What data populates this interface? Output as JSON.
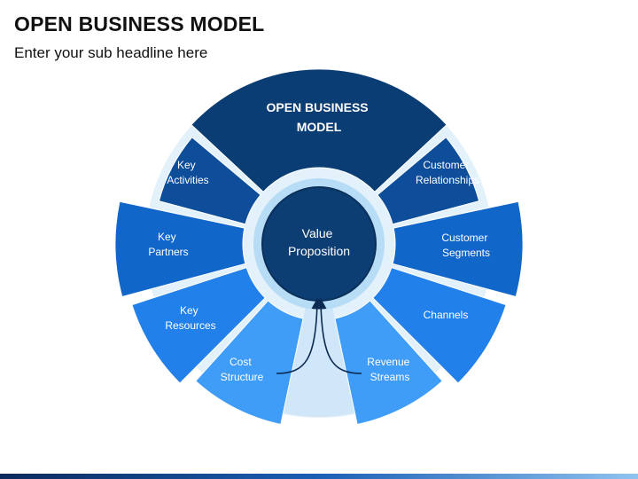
{
  "header": {
    "title": "OPEN BUSINESS MODEL",
    "subtitle": "Enter your sub headline here"
  },
  "diagram": {
    "top_segment": {
      "line1": "OPEN BUSINESS",
      "line2": "MODEL",
      "color": "#0b3d75"
    },
    "center": {
      "line1": "Value",
      "line2": "Proposition",
      "color": "#0d3e73",
      "ring_color": "#b7dcf5"
    },
    "segments": [
      {
        "id": "key-activities",
        "line1": "Key",
        "line2": "Activities",
        "color": "#0d4d99"
      },
      {
        "id": "key-partners",
        "line1": "Key",
        "line2": "Partners",
        "color": "#1166c9"
      },
      {
        "id": "key-resources",
        "line1": "Key",
        "line2": "Resources",
        "color": "#2280ea"
      },
      {
        "id": "cost-structure",
        "line1": "Cost",
        "line2": "Structure",
        "color": "#3f9cf7"
      },
      {
        "id": "customer-relationships",
        "line1": "Customer",
        "line2": "Relationships",
        "color": "#0d4d99"
      },
      {
        "id": "customer-segments",
        "line1": "Customer",
        "line2": "Segments",
        "color": "#1166c9"
      },
      {
        "id": "channels",
        "line1": "Channels",
        "line2": "",
        "color": "#2280ea"
      },
      {
        "id": "revenue-streams",
        "line1": "Revenue",
        "line2": "Streams",
        "color": "#3f9cf7"
      }
    ],
    "bottom_fill_color": "#cfe7f9"
  }
}
